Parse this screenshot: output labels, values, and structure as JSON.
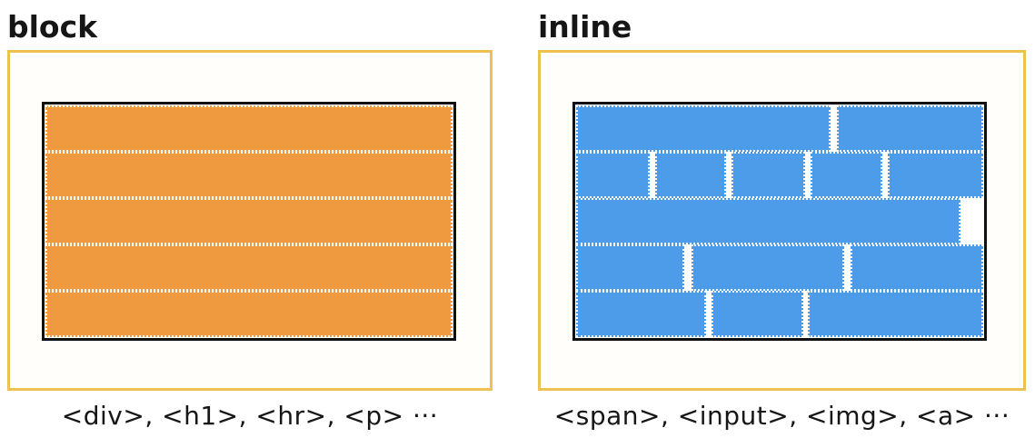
{
  "colors": {
    "background": "#ffffff",
    "panel_background": "#fffefb",
    "panel_border_gold": "#edc152",
    "inner_border_black": "#101010",
    "block_fill_orange": "#ef9a3f",
    "inline_fill_blue": "#4d9ce9",
    "bar_outline_white": "#ffffff",
    "text": "#161616"
  },
  "panels": [
    {
      "id": "block",
      "title": "block",
      "caption": "<div>, <h1>, <hr>, <p> ···",
      "fill_key": "block_fill_orange",
      "rows": [
        [
          100
        ],
        [
          100
        ],
        [
          100
        ],
        [
          100
        ],
        [
          100
        ]
      ]
    },
    {
      "id": "inline",
      "title": "inline",
      "caption": "<span>, <input>, <img>, <a> ···",
      "fill_key": "inline_fill_blue",
      "rows": [
        [
          62.5,
          36
        ],
        [
          18,
          17.5,
          18,
          17.5,
          23.5
        ],
        [
          94.5
        ],
        [
          26.5,
          37.5,
          32.5
        ],
        [
          32,
          22.5,
          43
        ]
      ]
    }
  ]
}
